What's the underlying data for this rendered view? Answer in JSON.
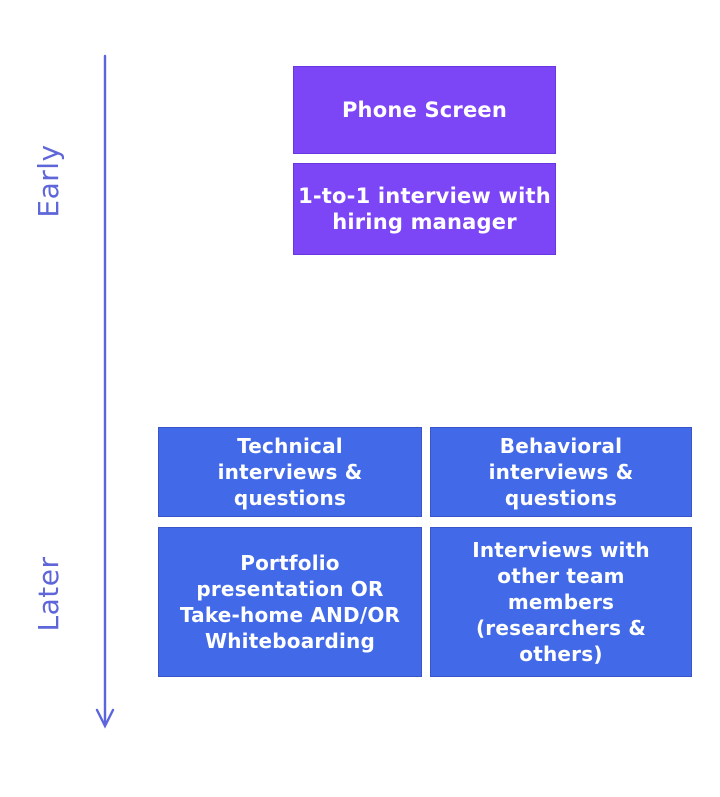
{
  "diagram": {
    "background": "#ffffff",
    "axis": {
      "early_label": "Early",
      "later_label": "Later",
      "label_color": "#5e66d8",
      "arrow_color": "#5c65de",
      "direction": "top-to-bottom"
    },
    "colors": {
      "early_stage_fill": "#7c45f6",
      "early_stage_border": "#6936e0",
      "later_stage_fill": "#4169e8",
      "later_stage_border": "#3b55c9",
      "box_text": "#ffffff"
    },
    "early_stages": [
      {
        "label": "Phone Screen"
      },
      {
        "label": "1-to-1 interview with\nhiring manager"
      }
    ],
    "later_stages": [
      {
        "label": "Technical\ninterviews &\nquestions"
      },
      {
        "label": "Behavioral\ninterviews &\nquestions"
      },
      {
        "label": "Portfolio\npresentation OR\nTake-home AND/OR\nWhiteboarding"
      },
      {
        "label": "Interviews with\nother team\nmembers\n(researchers &\nothers)"
      }
    ]
  }
}
